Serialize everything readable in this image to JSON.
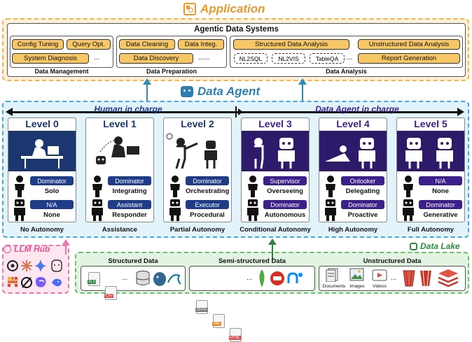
{
  "application": {
    "title": "Application",
    "system_title": "Agentic Data Systems",
    "management": {
      "items": [
        "Config Tuning",
        "Query Opt.",
        "System Diagnosis"
      ],
      "ellipsis": "...",
      "label": "Data Management"
    },
    "preparation": {
      "items": [
        "Data Cleaning",
        "Data Integ.",
        "Data Discovery"
      ],
      "ellipsis": "......",
      "label": "Data Preparation"
    },
    "analysis": {
      "items": [
        "Structured Data Analysis",
        "Unstructured Data Analysis",
        "Report Generation"
      ],
      "sub_items": [
        "NL2SQL",
        "NL2VIS",
        "TableQA"
      ],
      "ellipsis": "...",
      "label": "Data Analysis"
    }
  },
  "data_agent": {
    "title": "Data Agent",
    "human_in_charge": "Human in charge",
    "agent_in_charge": "Data Agent in charge",
    "levels": [
      {
        "name": "Level 0",
        "human_role": "Dominator",
        "human_desc": "Solo",
        "agent_role": "N/A",
        "agent_desc": "None",
        "autonomy": "No Autonomy",
        "theme": "blue"
      },
      {
        "name": "Level 1",
        "human_role": "Dominator",
        "human_desc": "Integrating",
        "agent_role": "Assistant",
        "agent_desc": "Responder",
        "autonomy": "Assistance",
        "theme": "blue"
      },
      {
        "name": "Level 2",
        "human_role": "Dominator",
        "human_desc": "Orchestrating",
        "agent_role": "Executor",
        "agent_desc": "Procedural",
        "autonomy": "Partial Autonomy",
        "theme": "blue"
      },
      {
        "name": "Level 3",
        "human_role": "Supervisor",
        "human_desc": "Overseeing",
        "agent_role": "Dominator",
        "agent_desc": "Autonomous",
        "autonomy": "Conditional Autonomy",
        "theme": "purple"
      },
      {
        "name": "Level 4",
        "human_role": "Onlooker",
        "human_desc": "Delegating",
        "agent_role": "Dominator",
        "agent_desc": "Proactive",
        "autonomy": "High Autonomy",
        "theme": "purple"
      },
      {
        "name": "Level 5",
        "human_role": "N/A",
        "human_desc": "None",
        "agent_role": "Dominator",
        "agent_desc": "Generative",
        "autonomy": "Full Autonomy",
        "theme": "purple"
      }
    ]
  },
  "llm_hub": {
    "title": "LLM Hub"
  },
  "data_lake": {
    "title": "Data Lake",
    "structured": {
      "label": "Structured Data",
      "files": [
        "XLS",
        "CSV"
      ],
      "ellipsis": "..."
    },
    "semi_structured": {
      "label": "Semi-structured Data",
      "files": [
        "JSON",
        "XML",
        "HTML"
      ],
      "ellipsis": "..."
    },
    "unstructured": {
      "label": "Unstructured Data",
      "items": [
        "Documents",
        "Images",
        "Videos"
      ],
      "ellipsis": "..."
    }
  },
  "colors": {
    "orange": "#e89a2e",
    "blue": "#1f3c88",
    "purple": "#3b1f8a",
    "pink": "#e3558f",
    "green": "#2e8a3e",
    "agent_blue": "#2b7fb0"
  }
}
